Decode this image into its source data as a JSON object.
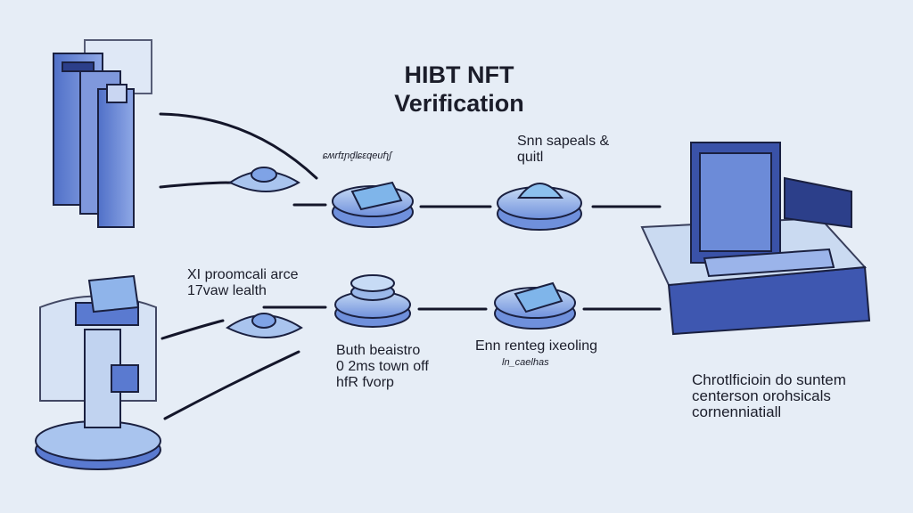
{
  "title": {
    "line1": "HIBT NFT",
    "line2": "Verification"
  },
  "labels": {
    "top_squiggle": "ɕʍrfɪɲd̥ɫɕɛqeufɿʃ",
    "top_right": [
      "Snn sapeals &",
      "quitl"
    ],
    "mid_left": [
      "XI proomcali arce",
      "17vaw lealth"
    ],
    "bottom_center": [
      "Buth beaistro",
      "0 2ms town off",
      "hfR fvorp"
    ],
    "bottom_right_mid": [
      "Enn renteg ixeoling",
      "ln_caelhas"
    ],
    "bottom_right": [
      "Chrotlficioin do suntem",
      "centerson orohsicals",
      "cornenniatiall"
    ]
  },
  "colors": {
    "background": "#e6edf6",
    "accent": "#5a7ad0",
    "light": "#a9c4ee",
    "line": "#14162a"
  }
}
